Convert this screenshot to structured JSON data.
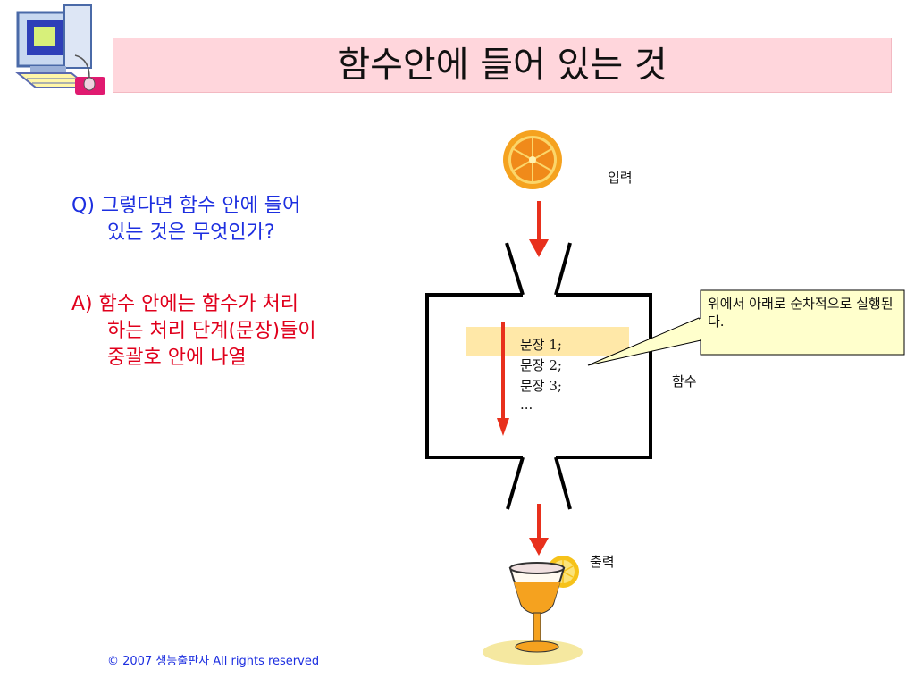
{
  "slide": {
    "title": "함수안에 들어 있는 것"
  },
  "question": {
    "prefix": "Q)",
    "line1": "그렇다면 함수 안에 들어",
    "line2": "있는 것은 무엇인가",
    "mark": "?"
  },
  "answer": {
    "prefix": "A)",
    "line1": "함수 안에는 함수가 처리",
    "line2_a": "하는 처리 단계",
    "line2_b": "(문장)",
    "line2_c": "들이",
    "line3": "중괄호 안에 나열"
  },
  "diagram": {
    "input_label": "입력",
    "output_label": "출력",
    "function_label": "함수",
    "statements": [
      "문장 1;",
      "문장 2;",
      "문장 3;",
      "..."
    ],
    "callout": "위에서 아래로 순차적으로 실행된다.",
    "colors": {
      "arrow": "#e8301c",
      "highlight": "#ffe8a8",
      "callout_fill": "#ffffcc"
    }
  },
  "footer": {
    "copyright": "© 2007 생능출판사  All rights reserved"
  }
}
